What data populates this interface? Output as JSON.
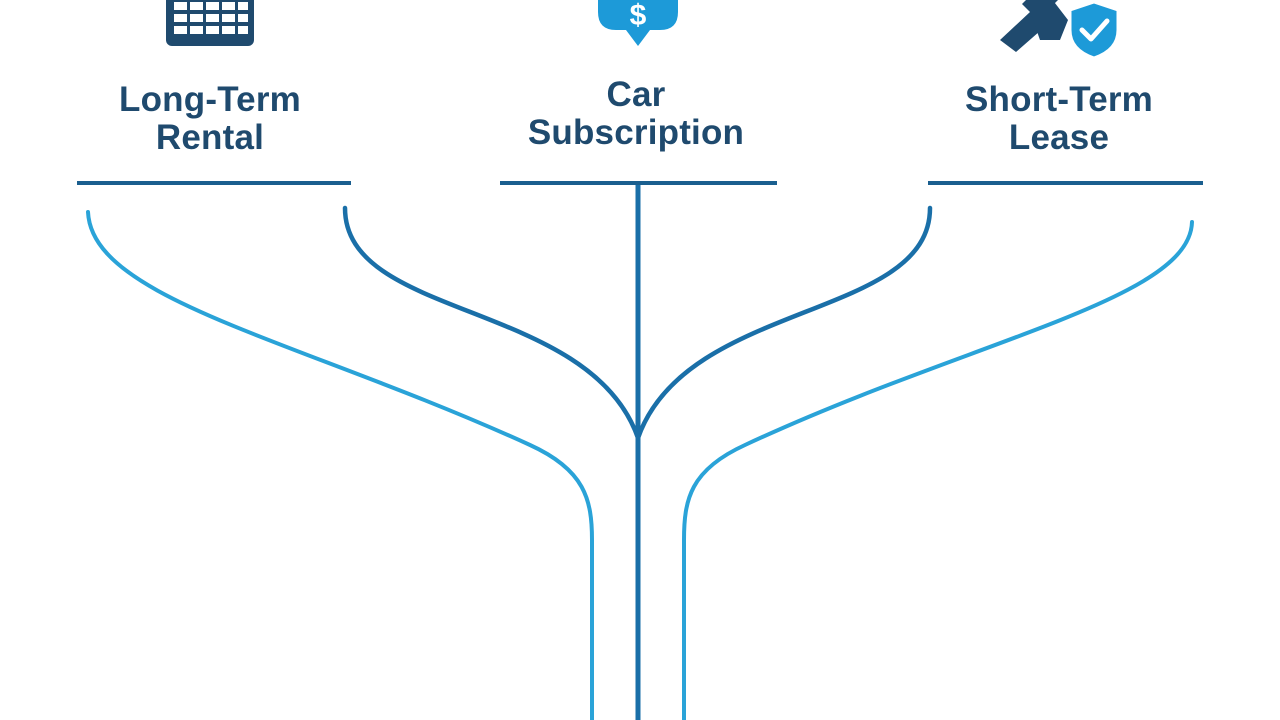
{
  "nodes": {
    "long_term_rental": {
      "line1": "Long-Term",
      "line2": "Rental",
      "icon": "calendar-icon"
    },
    "car_subscription": {
      "line1": "Car",
      "line2": "Subscription",
      "icon": "dollar-chat-bubble-icon"
    },
    "short_term_lease": {
      "line1": "Short-Term",
      "line2": "Lease",
      "icon": "key-shield-icon"
    }
  },
  "colors": {
    "dark_blue": "#1f4a6e",
    "mid_blue": "#1a6fa8",
    "light_blue": "#2aa3d8",
    "accent_blue": "#1d9ad8"
  }
}
